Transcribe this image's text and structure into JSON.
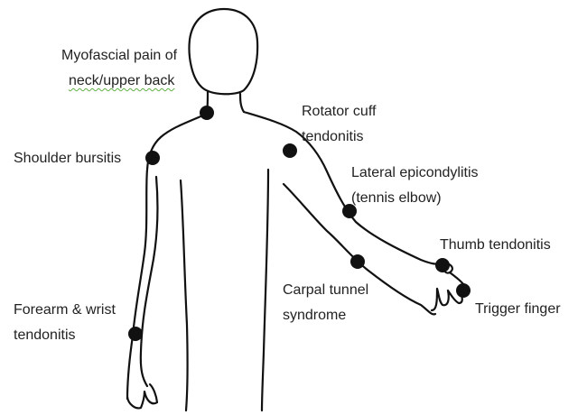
{
  "colors": {
    "outline": "#111111",
    "marker": "#111111",
    "text": "#222222",
    "spellcheck_underline": "#5fae45"
  },
  "labels": [
    {
      "id": "myofascial",
      "lines": [
        "Myofascial pain of",
        "neck/upper back"
      ],
      "marker": "dot",
      "underlined_line": 1
    },
    {
      "id": "rotator",
      "lines": [
        "Rotator cuff",
        "tendonitis"
      ],
      "marker": "dot"
    },
    {
      "id": "shoulder",
      "lines": [
        "Shoulder bursitis"
      ],
      "marker": "dot"
    },
    {
      "id": "lateral",
      "lines": [
        "Lateral epicondylitis",
        "(tennis elbow)"
      ],
      "marker": "dot"
    },
    {
      "id": "thumb",
      "lines": [
        "Thumb tendonitis"
      ],
      "marker": "dot"
    },
    {
      "id": "carpal",
      "lines": [
        "Carpal tunnel",
        "syndrome"
      ],
      "marker": "dot"
    },
    {
      "id": "trigger",
      "lines": [
        "Trigger finger"
      ],
      "marker": "dot"
    },
    {
      "id": "forearm",
      "lines": [
        "Forearm & wrist",
        "tendonitis"
      ],
      "marker": "dot"
    }
  ]
}
